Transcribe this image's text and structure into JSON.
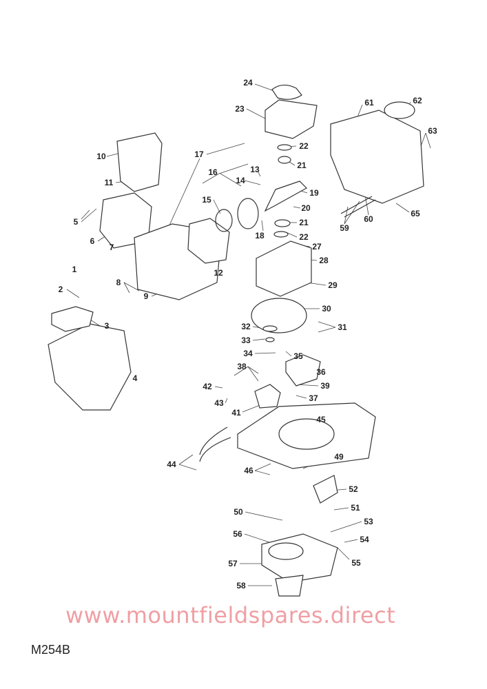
{
  "diagram_code": "M254B",
  "watermark": "www.mountfieldspares.direct",
  "callouts": [
    "24",
    "23",
    "22",
    "21",
    "10",
    "17",
    "13",
    "14",
    "16",
    "19",
    "11",
    "15",
    "20",
    "5",
    "21",
    "22",
    "18",
    "6",
    "7",
    "27",
    "28",
    "12",
    "1",
    "8",
    "29",
    "2",
    "9",
    "30",
    "3",
    "32",
    "31",
    "33",
    "34",
    "35",
    "4",
    "38",
    "36",
    "42",
    "39",
    "43",
    "37",
    "41",
    "45",
    "44",
    "49",
    "46",
    "52",
    "50",
    "51",
    "53",
    "54",
    "56",
    "55",
    "57",
    "58",
    "61",
    "62",
    "63",
    "65",
    "59",
    "60"
  ]
}
